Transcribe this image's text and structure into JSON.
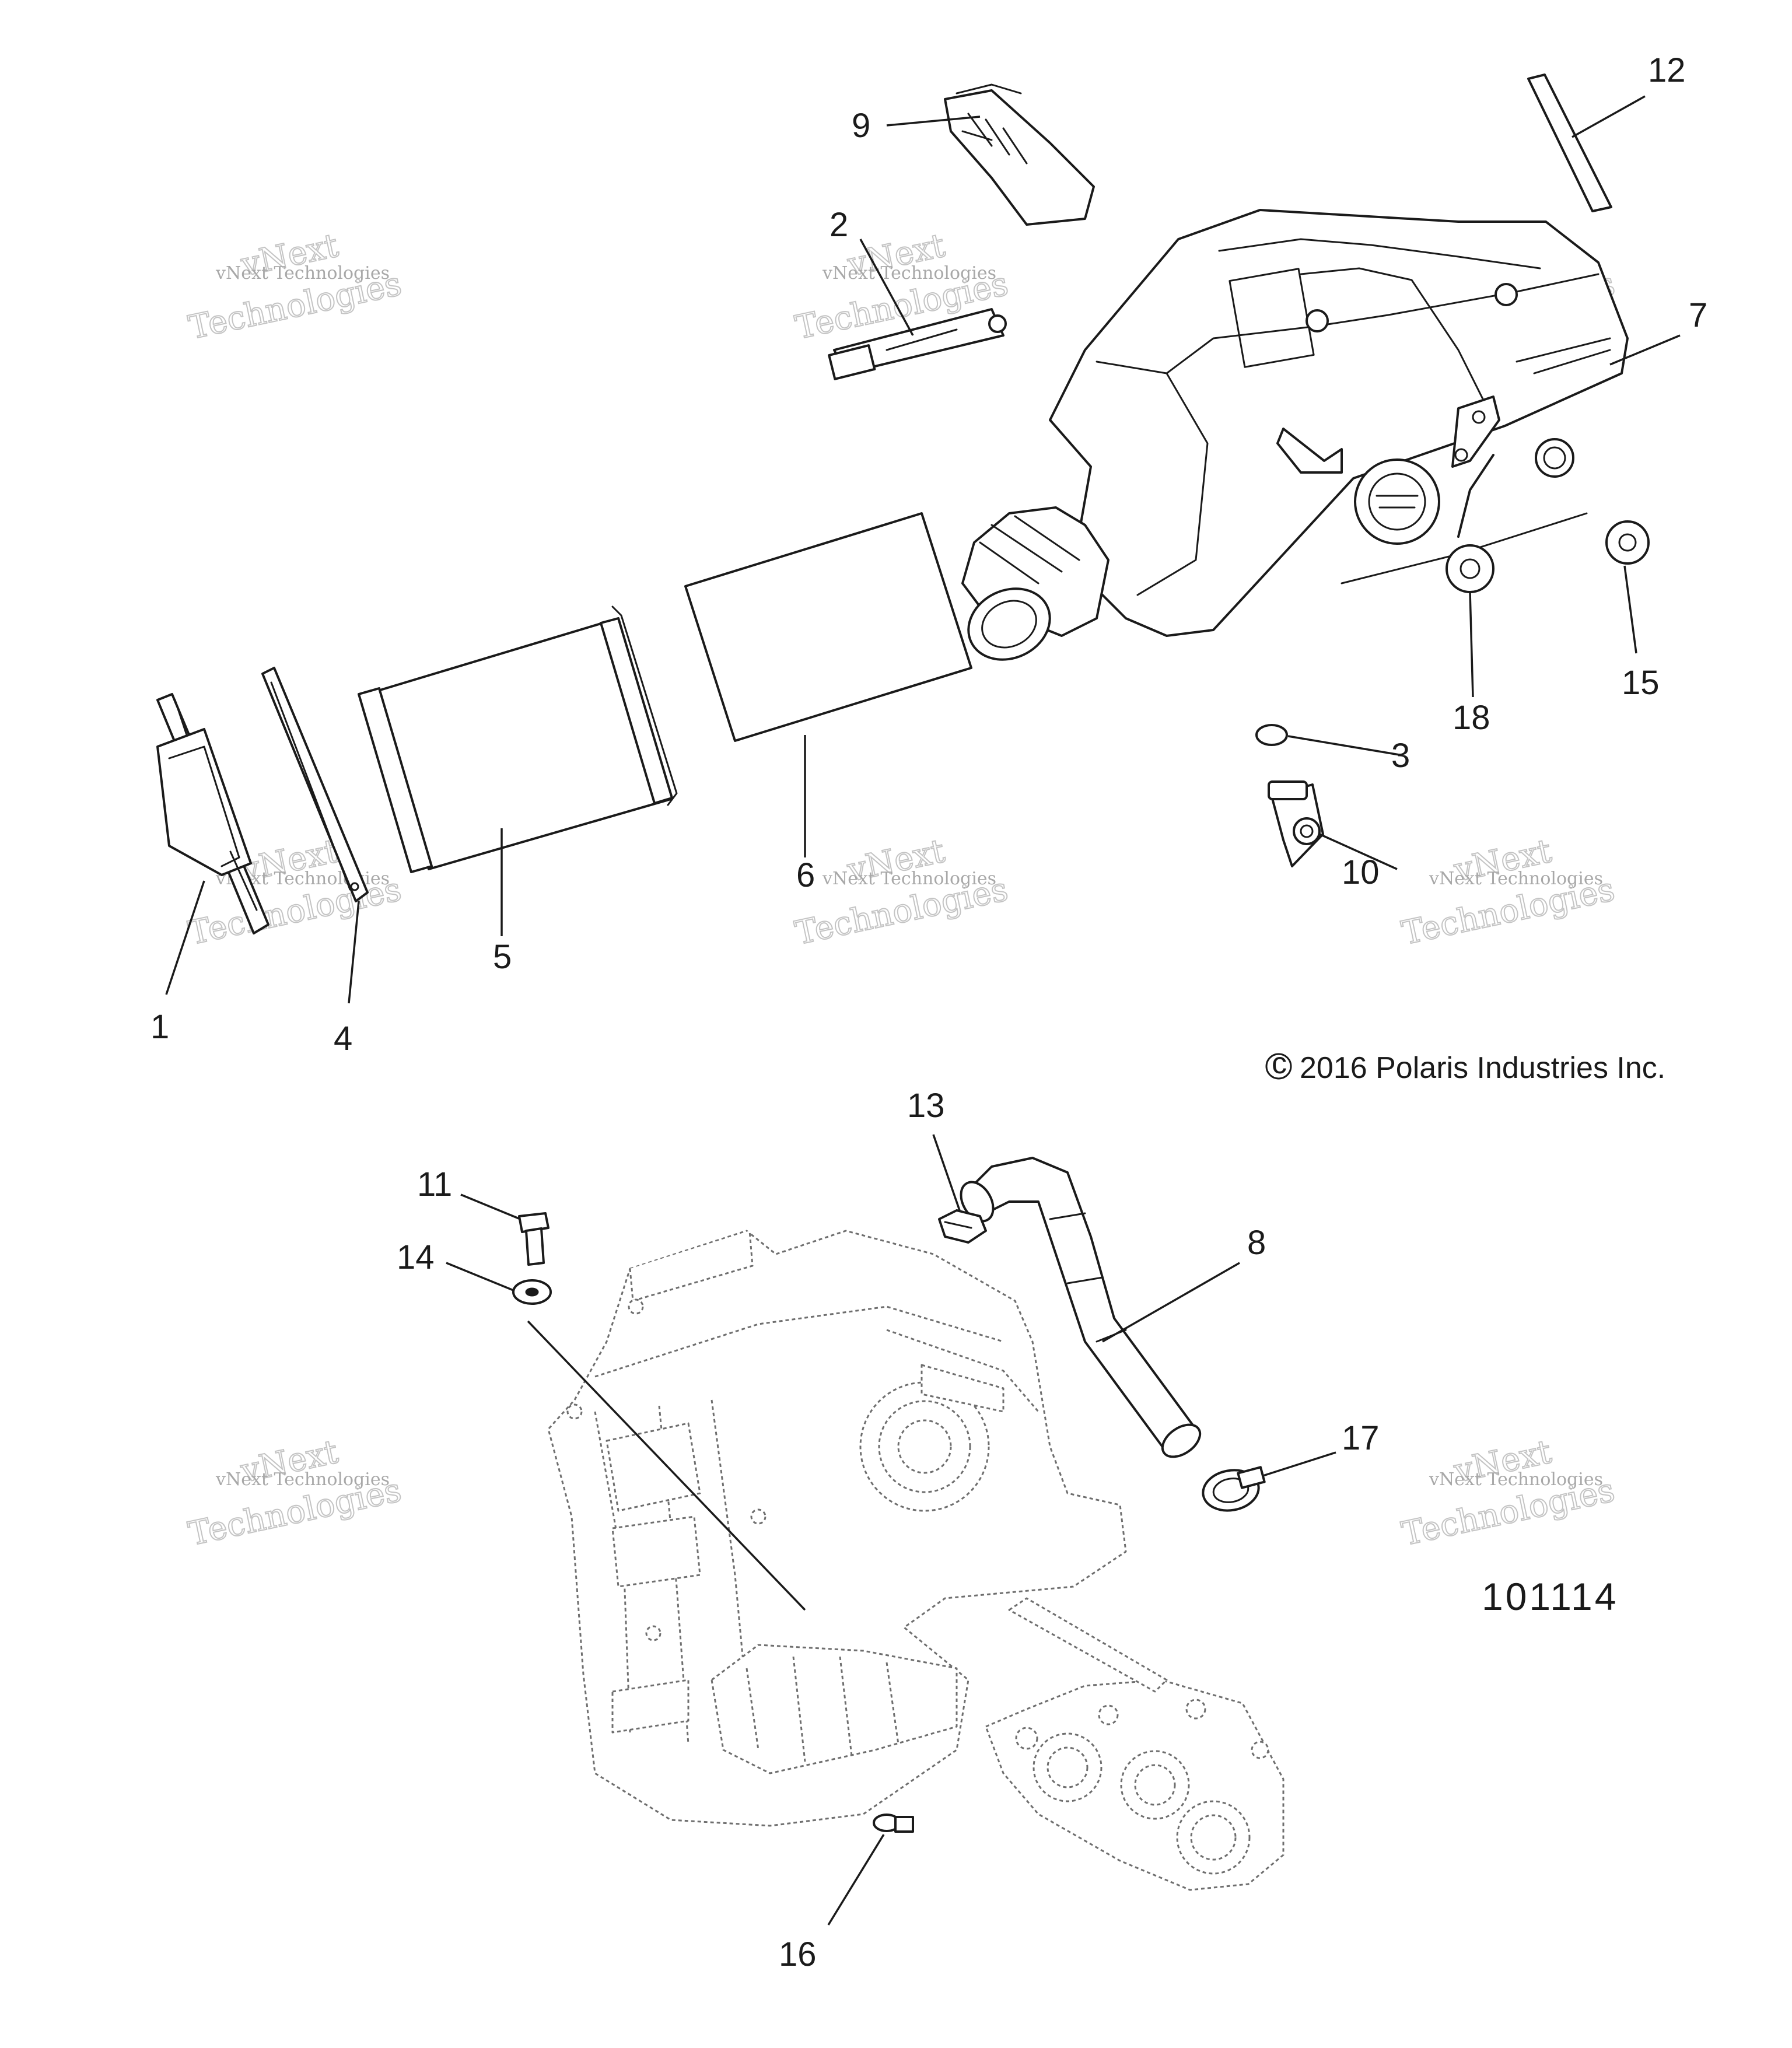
{
  "callouts": {
    "c1": "1",
    "c2": "2",
    "c3": "3",
    "c4": "4",
    "c5": "5",
    "c6": "6",
    "c7": "7",
    "c8": "8",
    "c9": "9",
    "c10": "10",
    "c11": "11",
    "c12": "12",
    "c13": "13",
    "c14": "14",
    "c15": "15",
    "c16": "16",
    "c17": "17",
    "c18": "18"
  },
  "copyright": "2016 Polaris Industries Inc.",
  "copyright_symbol": "©",
  "figure_number": "101114",
  "watermark": {
    "line1": "vNext",
    "line2": "vNext Technologies",
    "line3": "Technologies"
  },
  "colors": {
    "ink": "#1a1a1a",
    "ghost": "#6e6e6e",
    "watermark": "#c4c4c4"
  }
}
